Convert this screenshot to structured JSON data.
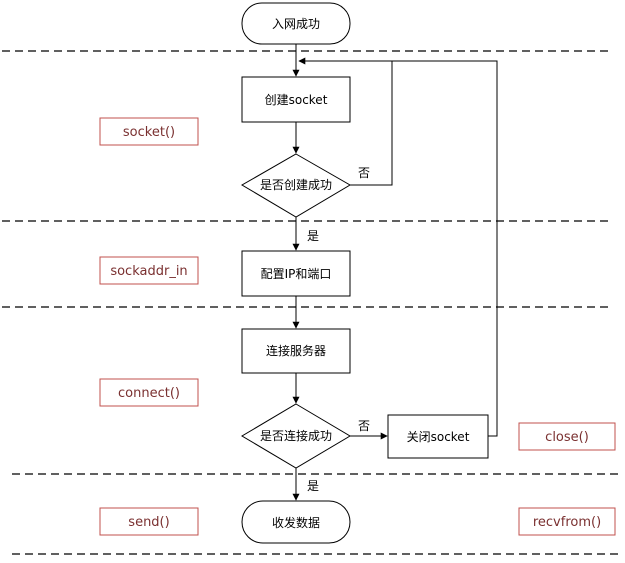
{
  "nodes": {
    "start": "入网成功",
    "create_socket": "创建socket",
    "check_create": "是否创建成功",
    "config": "配置IP和端口",
    "connect_server": "连接服务器",
    "check_connect": "是否连接成功",
    "close_socket": "关闭socket",
    "send_recv": "收发数据"
  },
  "edge_labels": {
    "create_fail": "否",
    "create_ok": "是",
    "connect_fail": "否",
    "connect_ok": "是"
  },
  "api_labels": {
    "socket": "socket()",
    "sockaddr": "sockaddr_in",
    "connect": "connect()",
    "send": "send()",
    "close": "close()",
    "recvfrom": "recvfrom()"
  },
  "colors": {
    "line": "#000000",
    "api_border": "#c0504d",
    "api_text": "#7a3030",
    "dashed": "#000000"
  }
}
